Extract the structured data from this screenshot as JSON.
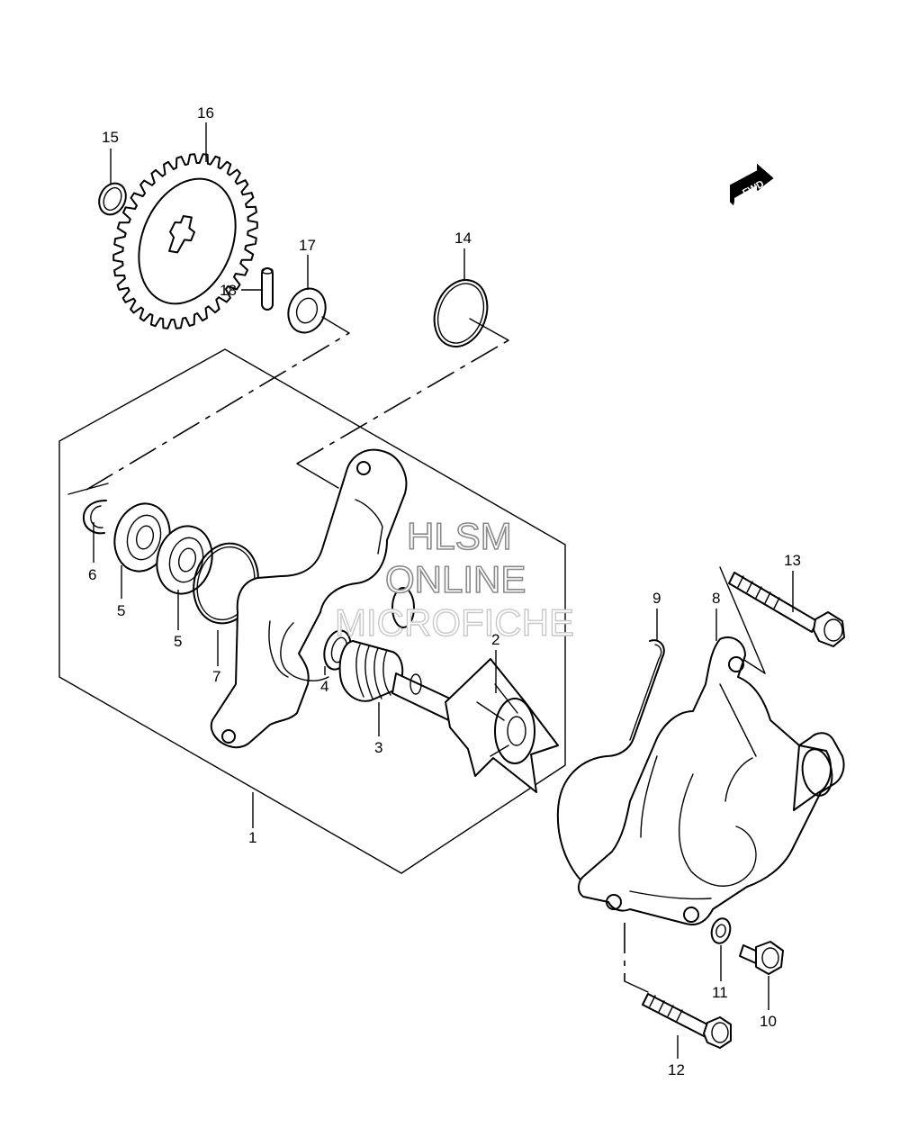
{
  "watermark": {
    "line1": "HLSM",
    "line2": "ONLINE",
    "line3": "MICROFICHE"
  },
  "direction_badge": {
    "label": "FWD",
    "icon": "forward-arrow-icon"
  },
  "callouts": {
    "c1": "1",
    "c2": "2",
    "c3": "3",
    "c4": "4",
    "c5a": "5",
    "c5b": "5",
    "c6": "6",
    "c7": "7",
    "c8": "8",
    "c9": "9",
    "c10": "10",
    "c11": "11",
    "c12": "12",
    "c13": "13",
    "c14": "14",
    "c15": "15",
    "c16": "16",
    "c17": "17",
    "c18": "18"
  }
}
